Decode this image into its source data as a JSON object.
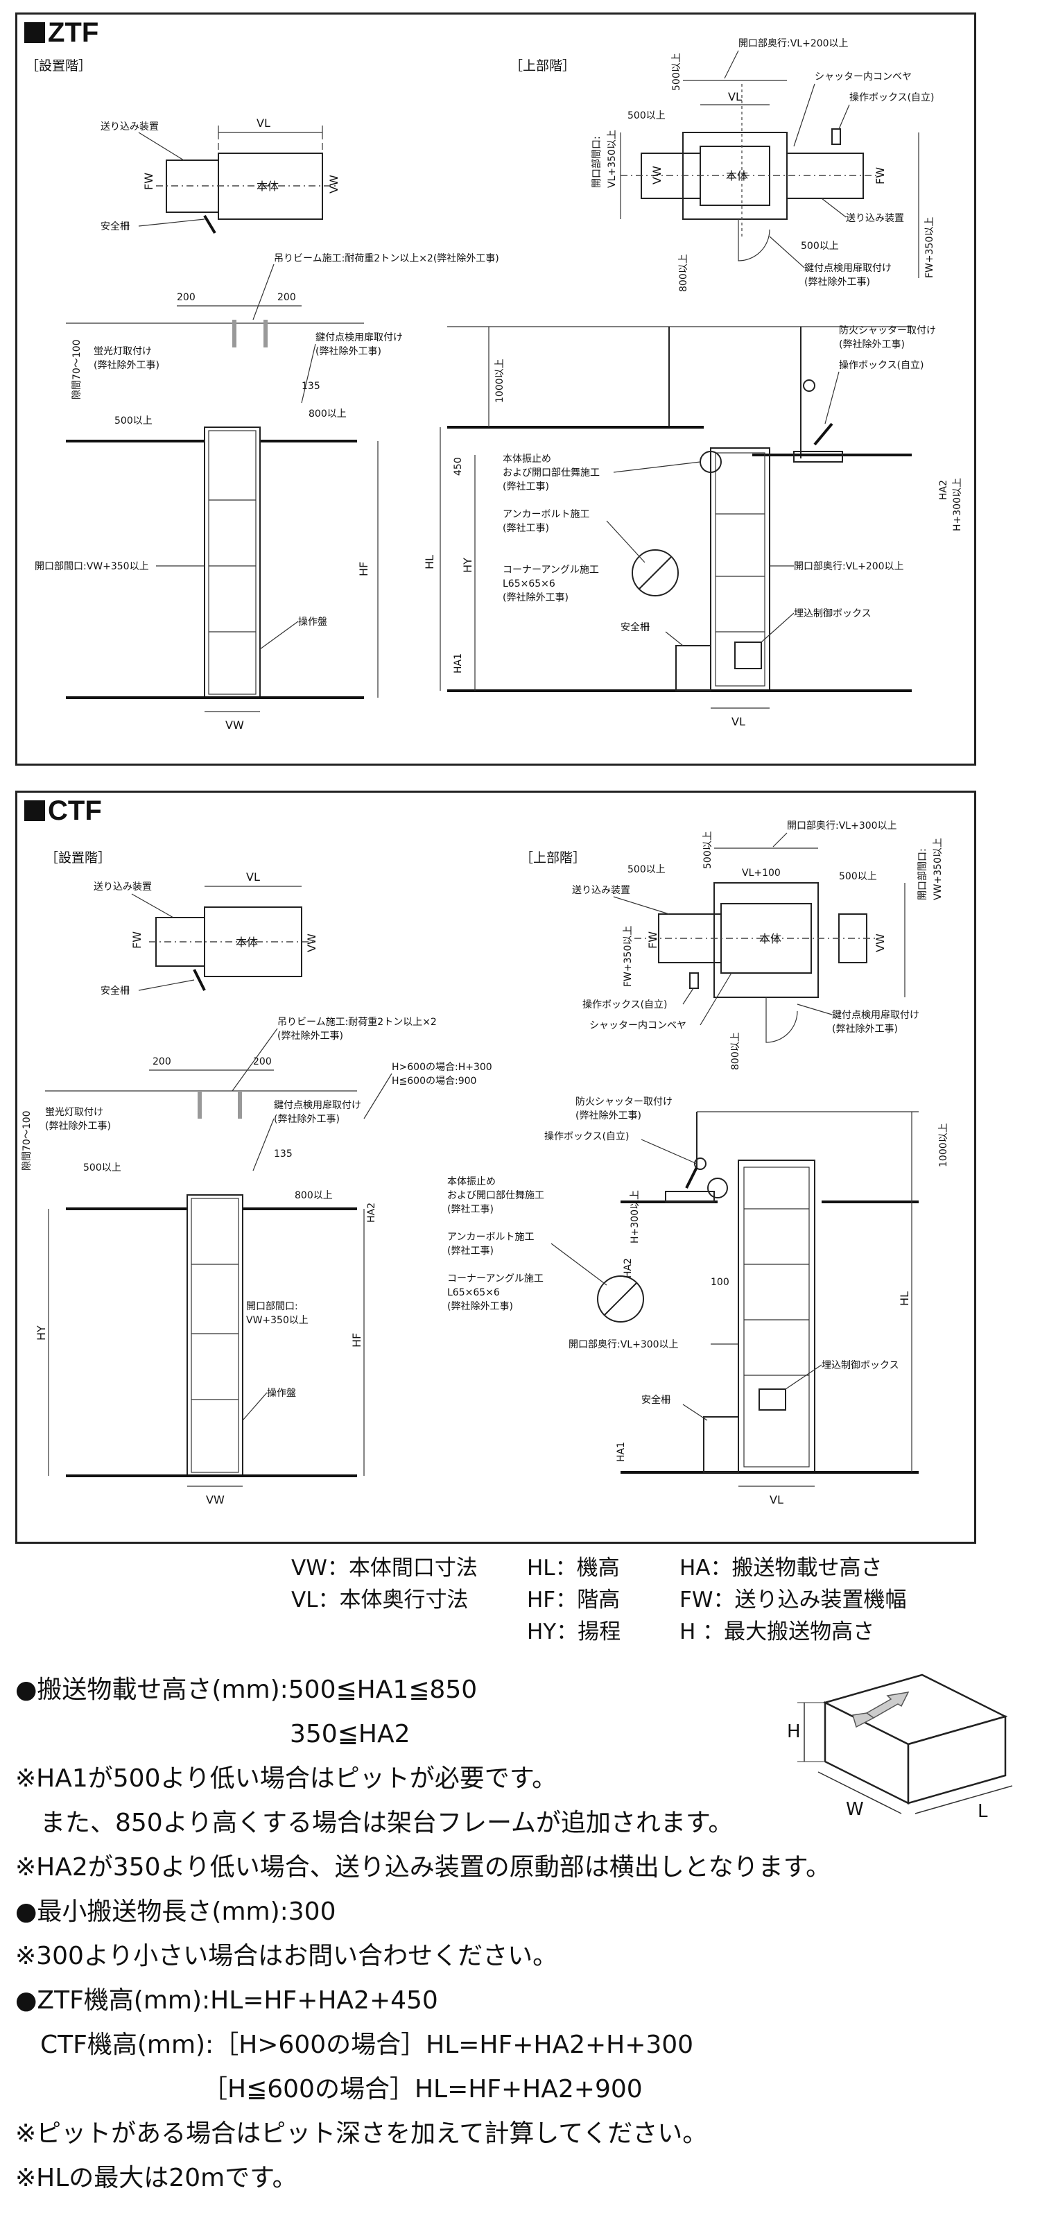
{
  "ztf": {
    "title": "ZTF",
    "install_floor": "［設置階］",
    "upper_floor": "［上部階］",
    "inst_plan": {
      "feeder": "送り込み装置",
      "fence": "安全柵",
      "body": "本体",
      "vl": "VL",
      "fw": "FW",
      "vw": "VW"
    },
    "upper_plan": {
      "open_depth": "開口部奥行:VL+200以上",
      "shutter_conv": "シャッター内コンベヤ",
      "op_box": "操作ボックス(自立)",
      "feeder": "送り込み装置",
      "door": "鍵付点検用扉取付け",
      "door_sub": "(弊社除外工事)",
      "open_width": "開口部間口:",
      "open_width2": "VL+350以上",
      "d500a": "500以上",
      "d500b": "500以上",
      "d500c": "500以上",
      "d800": "800以上",
      "fw350": "FW+350以上",
      "vl": "VL",
      "vw": "VW",
      "fw": "FW",
      "body": "本体"
    },
    "inst_elev": {
      "beam": "吊りビーム施工:耐荷重2トン以上×2(弊社除外工事)",
      "d200a": "200",
      "d200b": "200",
      "lamp": "蛍光灯取付け",
      "lamp_sub": "(弊社除外工事)",
      "gap": "隙間70～100",
      "door": "鍵付点検用扉取付け",
      "door_sub": "(弊社除外工事)",
      "d135": "135",
      "d800": "800以上",
      "d500": "500以上",
      "open": "開口部間口:VW+350以上",
      "panel": "操作盤",
      "hf": "HF",
      "vw": "VW"
    },
    "upper_elev": {
      "fire": "防火シャッター取付け",
      "fire_sub": "(弊社除外工事)",
      "op_box": "操作ボックス(自立)",
      "d1000": "1000以上",
      "d450": "450",
      "stop1": "本体振止め",
      "stop2": "および開口部仕舞施工",
      "stop3": "(弊社工事)",
      "anchor": "アンカーボルト施工",
      "anchor_sub": "(弊社工事)",
      "corner": "コーナーアングル施工",
      "corner2": "L65×65×6",
      "corner3": "(弊社除外工事)",
      "open_depth": "開口部奥行:VL+200以上",
      "ctrl_box": "埋込制御ボックス",
      "fence": "安全柵",
      "ha2": "HA2",
      "h300": "H+300以上",
      "hl": "HL",
      "hy": "HY",
      "ha1": "HA1",
      "vl": "VL"
    }
  },
  "ctf": {
    "title": "CTF",
    "install_floor": "［設置階］",
    "upper_floor": "［上部階］",
    "inst_plan": {
      "feeder": "送り込み装置",
      "fence": "安全柵",
      "body": "本体",
      "vl": "VL",
      "fw": "FW",
      "vw": "VW"
    },
    "upper_plan": {
      "open_depth": "開口部奥行:VL+300以上",
      "d500a": "500以上",
      "d500b": "500以上",
      "d500c": "500以上",
      "vl100": "VL+100",
      "feeder": "送り込み装置",
      "open_width": "開口部間口:",
      "open_width2": "VW+350以上",
      "fw350": "FW+350以上",
      "body": "本体",
      "fw": "FW",
      "vw": "VW",
      "op_box": "操作ボックス(自立)",
      "shutter_conv": "シャッター内コンベヤ",
      "d800": "800以上",
      "door": "鍵付点検用扉取付け",
      "door_sub": "(弊社除外工事)"
    },
    "inst_elev": {
      "beam": "吊りビーム施工:耐荷重2トン以上×2",
      "beam_sub": "(弊社除外工事)",
      "d200a": "200",
      "d200b": "200",
      "h600a": "H>600の場合:H+300",
      "h600b": "H≦600の場合:900",
      "door": "鍵付点検用扉取付け",
      "door_sub": "(弊社除外工事)",
      "lamp": "蛍光灯取付け",
      "lamp_sub": "(弊社除外工事)",
      "gap": "隙間70～100",
      "d500": "500以上",
      "d135": "135",
      "d800": "800以上",
      "ha2": "HA2",
      "open": "開口部間口:",
      "open2": "VW+350以上",
      "panel": "操作盤",
      "hy": "HY",
      "hf": "HF",
      "vw": "VW"
    },
    "upper_elev": {
      "fire": "防火シャッター取付け",
      "fire_sub": "(弊社除外工事)",
      "op_box": "操作ボックス(自立)",
      "d1000": "1000以上",
      "stop1": "本体振止め",
      "stop2": "および開口部仕舞施工",
      "stop3": "(弊社工事)",
      "anchor": "アンカーボルト施工",
      "anchor_sub": "(弊社工事)",
      "corner": "コーナーアングル施工",
      "corner2": "L65×65×6",
      "corner3": "(弊社除外工事)",
      "h300": "H+300以上",
      "ha2": "HA2",
      "d100": "100",
      "open_depth": "開口部奥行:VL+300以上",
      "ctrl_box": "埋込制御ボックス",
      "fence": "安全柵",
      "ha1": "HA1",
      "hl": "HL",
      "vl": "VL"
    }
  },
  "legend": [
    [
      "VW：本体間口寸法",
      "HL：機高",
      "HA：搬送物載せ高さ"
    ],
    [
      "VL：本体奥行寸法",
      "HF：階高",
      "FW：送り込み装置機幅"
    ],
    [
      "",
      "HY：揚程",
      "H ：最大搬送物高さ"
    ]
  ],
  "notes": [
    "●搬送物載せ高さ(mm):500≦HA1≦850",
    "　　　　　　　　　　　350≦HA2",
    "※HA1が500より低い場合はピットが必要です。",
    "　また、850より高くする場合は架台フレームが追加されます。",
    "※HA2が350より低い場合、送り込み装置の原動部は横出しとなります。",
    "●最小搬送物長さ(mm):300",
    "※300より小さい場合はお問い合わせください。",
    "●ZTF機高(mm):HL=HF+HA2+450",
    "　CTF機高(mm):［H>600の場合］HL=HF+HA2+H+300",
    "　　　　　　　　［H≦600の場合］HL=HF+HA2+900",
    "※ピットがある場合はピット深さを加えて計算してください。",
    "※HLの最大は20mです。"
  ],
  "box_labels": {
    "h": "H",
    "w": "W",
    "l": "L"
  }
}
